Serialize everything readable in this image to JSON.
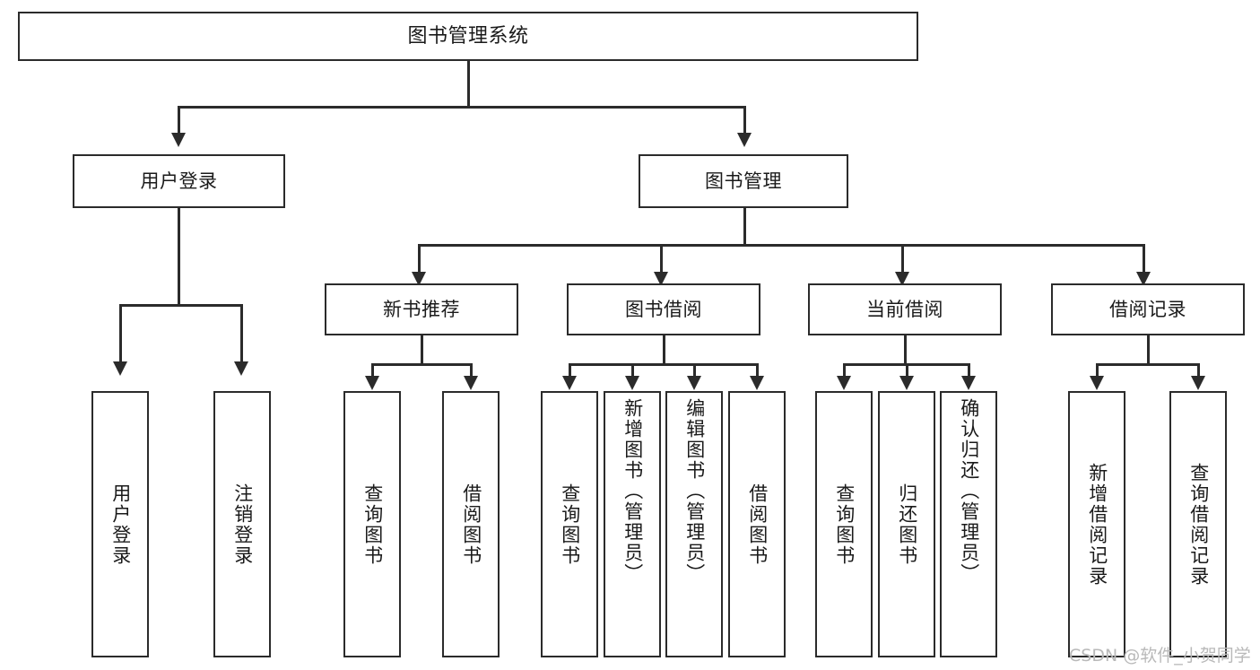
{
  "diagram": {
    "title": "图书管理系统",
    "type": "tree",
    "root": {
      "label": "图书管理系统"
    },
    "level2": [
      {
        "label": "用户登录"
      },
      {
        "label": "图书管理"
      }
    ],
    "level3": [
      {
        "label": "新书推荐"
      },
      {
        "label": "图书借阅"
      },
      {
        "label": "当前借阅"
      },
      {
        "label": "借阅记录"
      }
    ],
    "leaves": {
      "user_login": [
        {
          "label": "用户登录"
        },
        {
          "label": "注销登录"
        }
      ],
      "new_book_recommend": [
        {
          "label": "查询图书"
        },
        {
          "label": "借阅图书"
        }
      ],
      "book_borrow": [
        {
          "label": "查询图书"
        },
        {
          "label": "新增图书（管理员）"
        },
        {
          "label": "编辑图书（管理员）"
        },
        {
          "label": "借阅图书"
        }
      ],
      "current_borrow": [
        {
          "label": "查询图书"
        },
        {
          "label": "归还图书"
        },
        {
          "label": "确认归还（管理员）"
        }
      ],
      "borrow_record": [
        {
          "label": "新增借阅记录"
        },
        {
          "label": "查询借阅记录"
        }
      ]
    }
  },
  "watermark": {
    "text": "CSDN @软件_小贺同学"
  },
  "colors": {
    "stroke": "#2b2b2b",
    "fill": "#ffffff",
    "text": "#1a1a1a",
    "watermark": "#b9b9b9"
  }
}
